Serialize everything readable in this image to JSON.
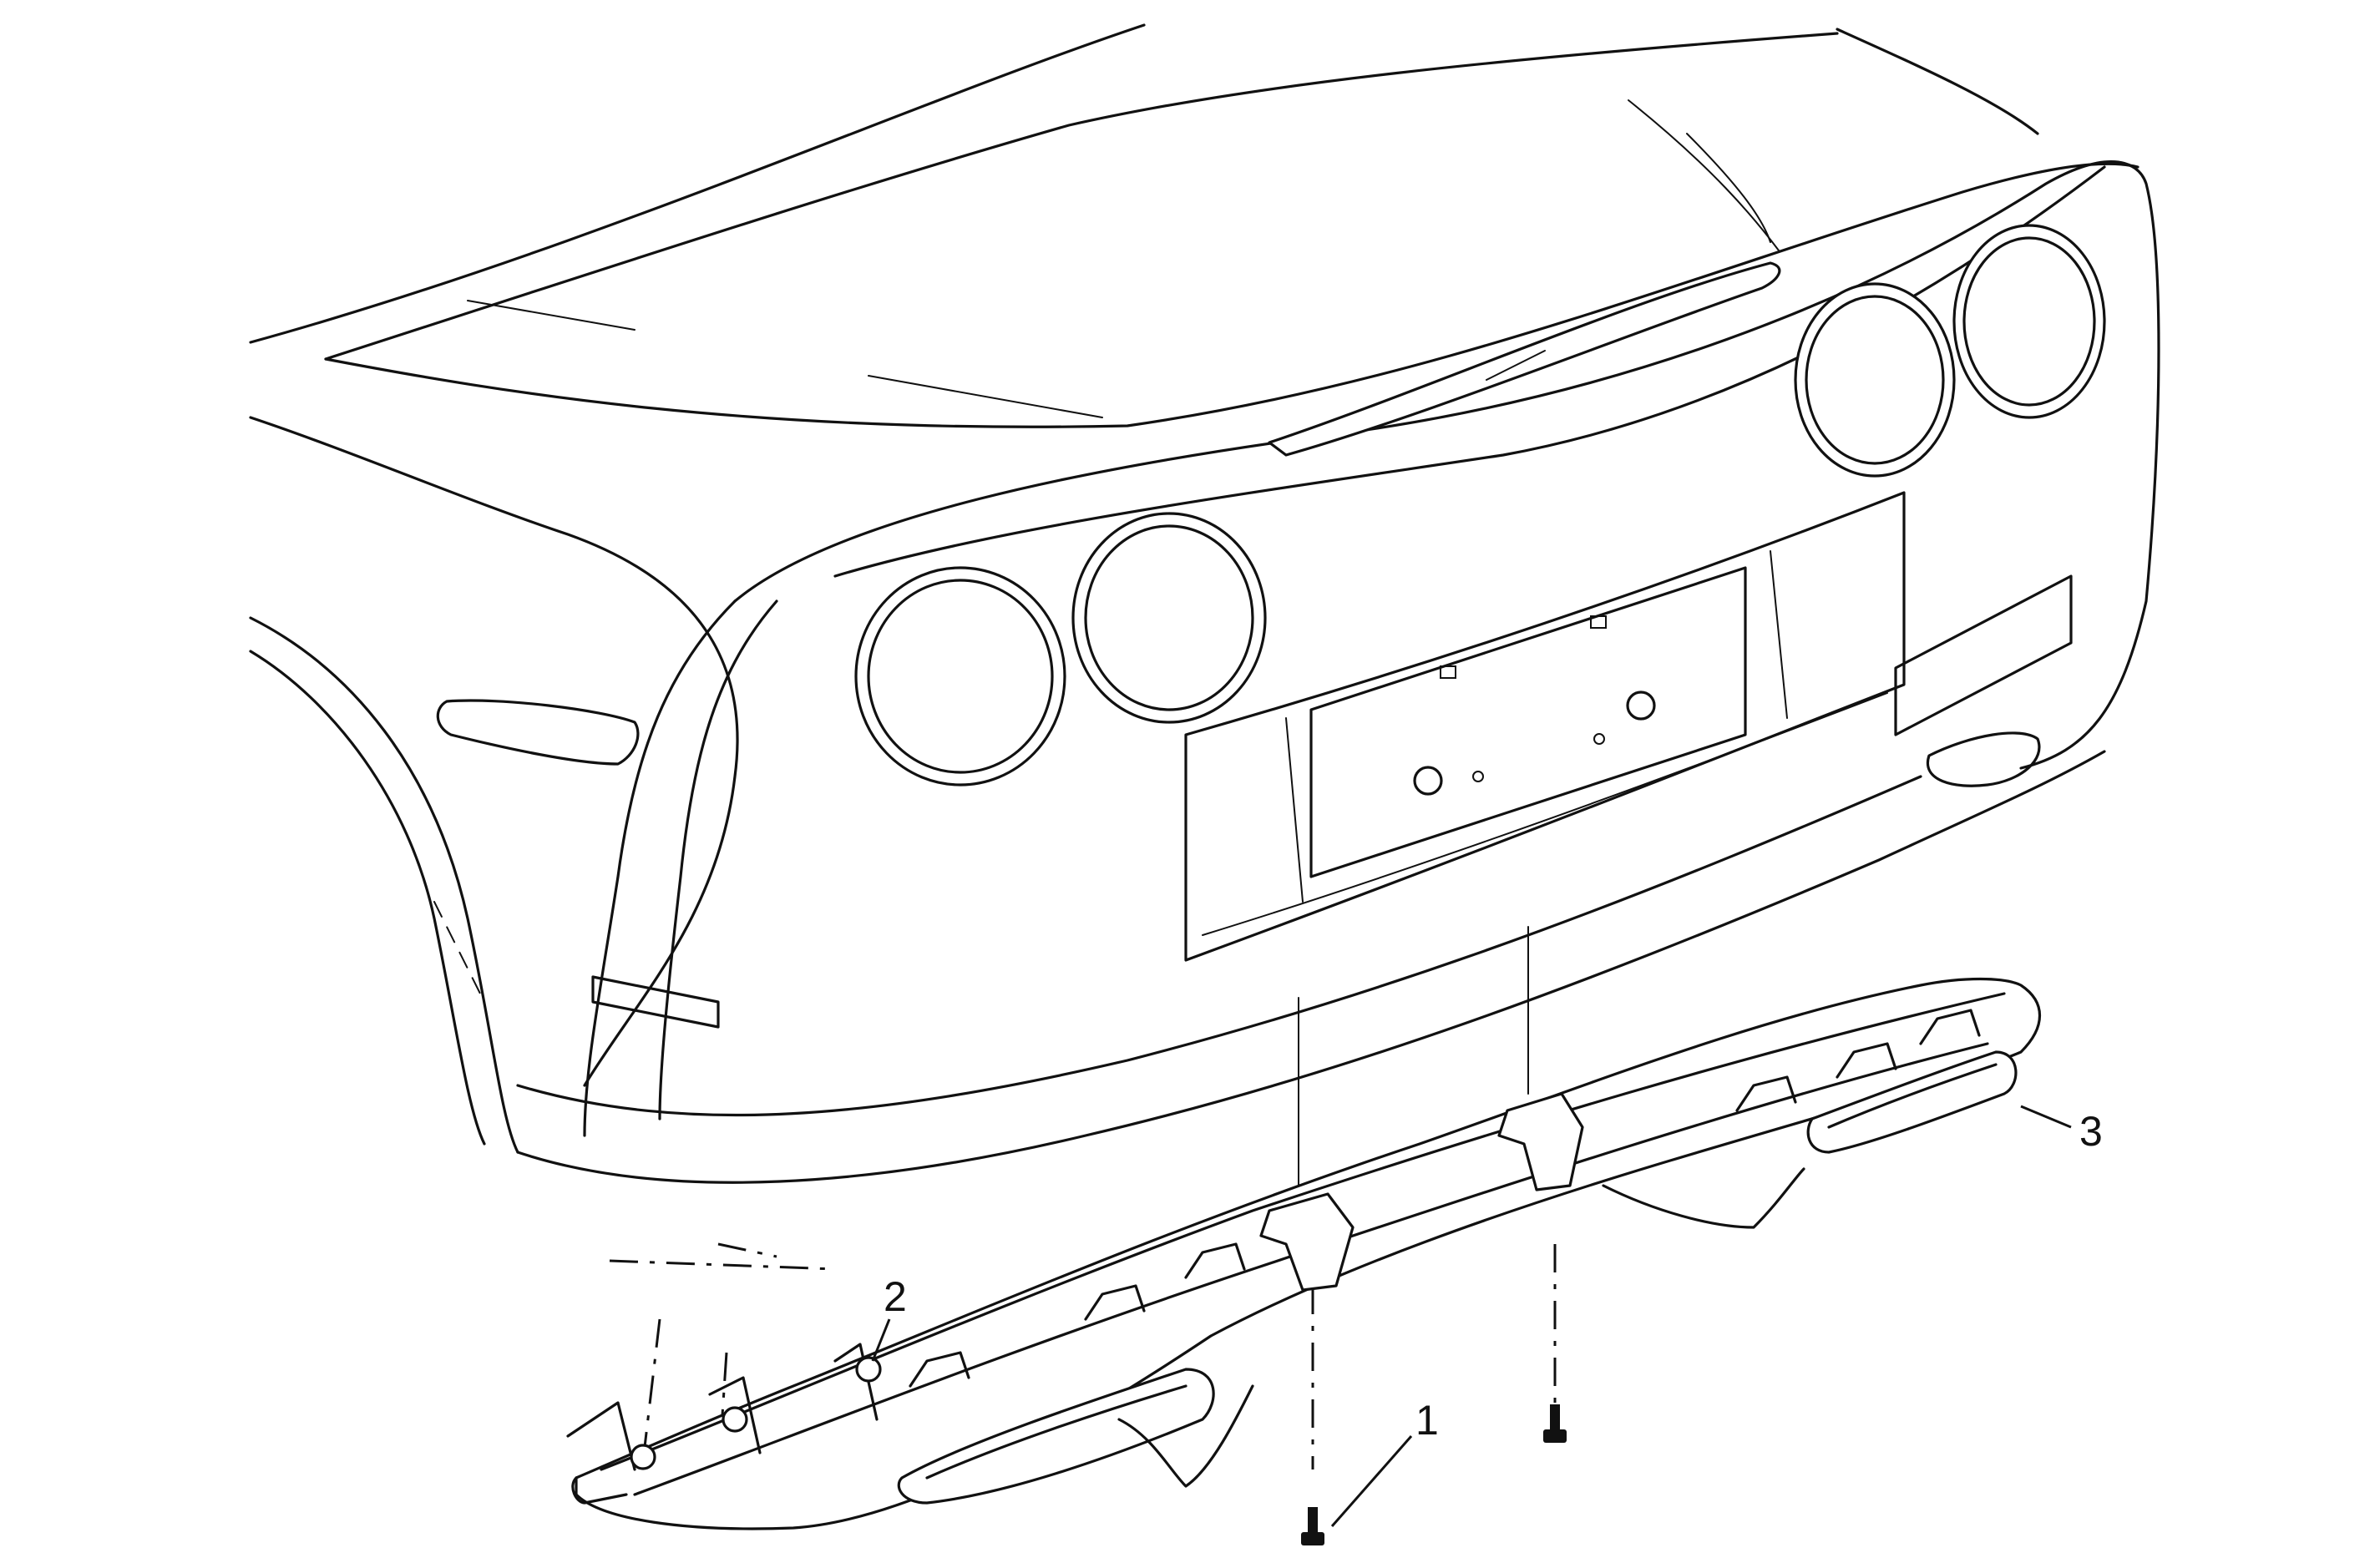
{
  "callouts": {
    "c1": "1",
    "c2": "2",
    "c3": "3"
  },
  "parts": [
    {
      "id": "1",
      "name": "fastener-bolt"
    },
    {
      "id": "2",
      "name": "fastener-nut"
    },
    {
      "id": "3",
      "name": "rear-fascia-lower-valance"
    }
  ],
  "colors": {
    "line": "#111111",
    "background": "#ffffff"
  }
}
